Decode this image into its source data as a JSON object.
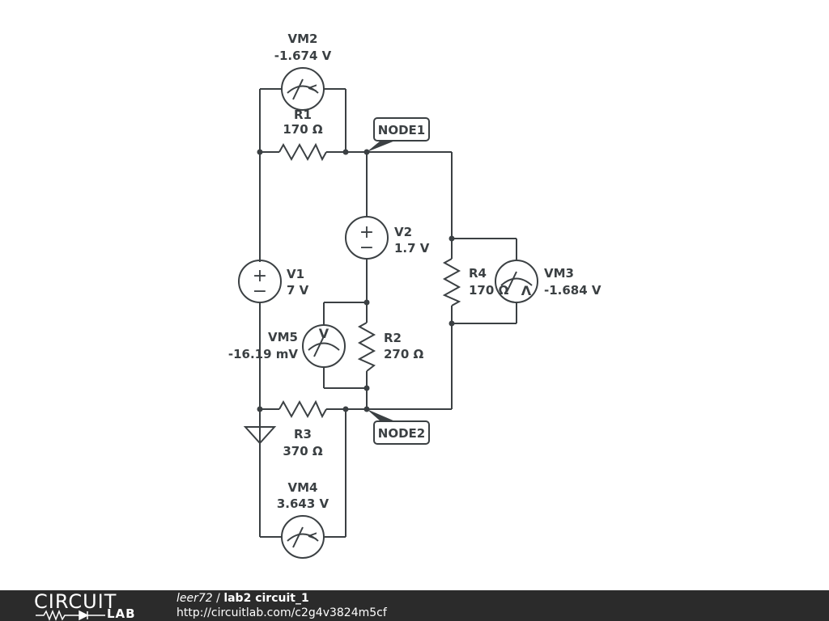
{
  "circuit": {
    "components": {
      "vm2": {
        "name": "VM2",
        "value": "-1.674 V"
      },
      "r1": {
        "name": "R1",
        "value": "170 Ω"
      },
      "v2": {
        "name": "V2",
        "value": "1.7 V"
      },
      "v1": {
        "name": "V1",
        "value": "7 V"
      },
      "r4": {
        "name": "R4",
        "value": "170 Ω"
      },
      "vm3": {
        "name": "VM3",
        "value": "-1.684 V"
      },
      "vm5": {
        "name": "VM5",
        "value": "-16.19 mV"
      },
      "r2": {
        "name": "R2",
        "value": "270 Ω"
      },
      "r3": {
        "name": "R3",
        "value": "370 Ω"
      },
      "vm4": {
        "name": "VM4",
        "value": "3.643 V"
      }
    },
    "nodes": {
      "node1": "NODE1",
      "node2": "NODE2"
    },
    "source_symbols": {
      "plus": "+",
      "minus": "−"
    },
    "meter_symbols": {
      "vm2": "<",
      "vm3": "Λ",
      "vm4": "<",
      "vm5": "V"
    }
  },
  "colors": {
    "wire": "#3b4043",
    "footer_bg": "#2b2b2b",
    "footer_text": "#ffffff"
  },
  "footer": {
    "brand_top": "CIRCUIT",
    "brand_bottom": "LAB",
    "user": "leer72",
    "separator": " / ",
    "title": "lab2 circuit_1",
    "url": "http://circuitlab.com/c2g4v3824m5cf"
  }
}
